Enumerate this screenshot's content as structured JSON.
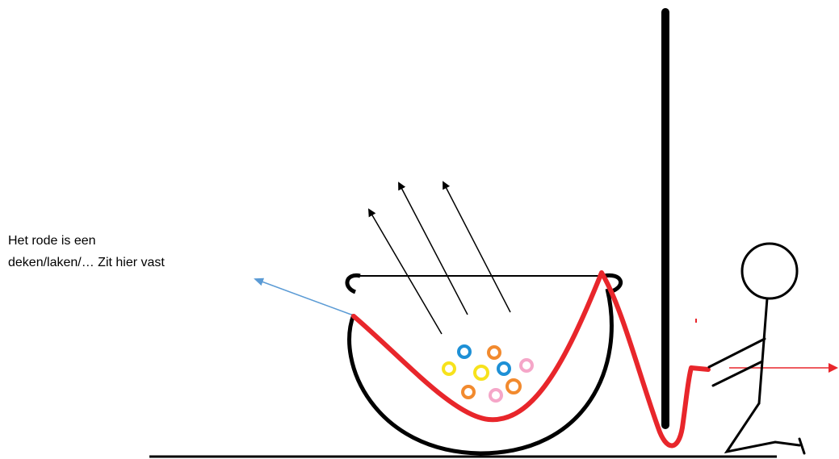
{
  "annotation": {
    "line1": "Het rode is een",
    "line2": "deken/laken/… Zit hier vast"
  },
  "colors": {
    "outline": "#000000",
    "blanket": "#e8262b",
    "pointer_arrow": "#5b9bd5",
    "pull_arrow": "#e8262b",
    "cereal": [
      "#1e90d6",
      "#f28a2e",
      "#f7e21c",
      "#f5a6c8"
    ]
  },
  "figure_parts": {
    "pot": "cauldron",
    "pole": "vertical-pole",
    "person": "stick-figure",
    "contents": "cereal-rings",
    "vapor": "rising-arrows"
  }
}
